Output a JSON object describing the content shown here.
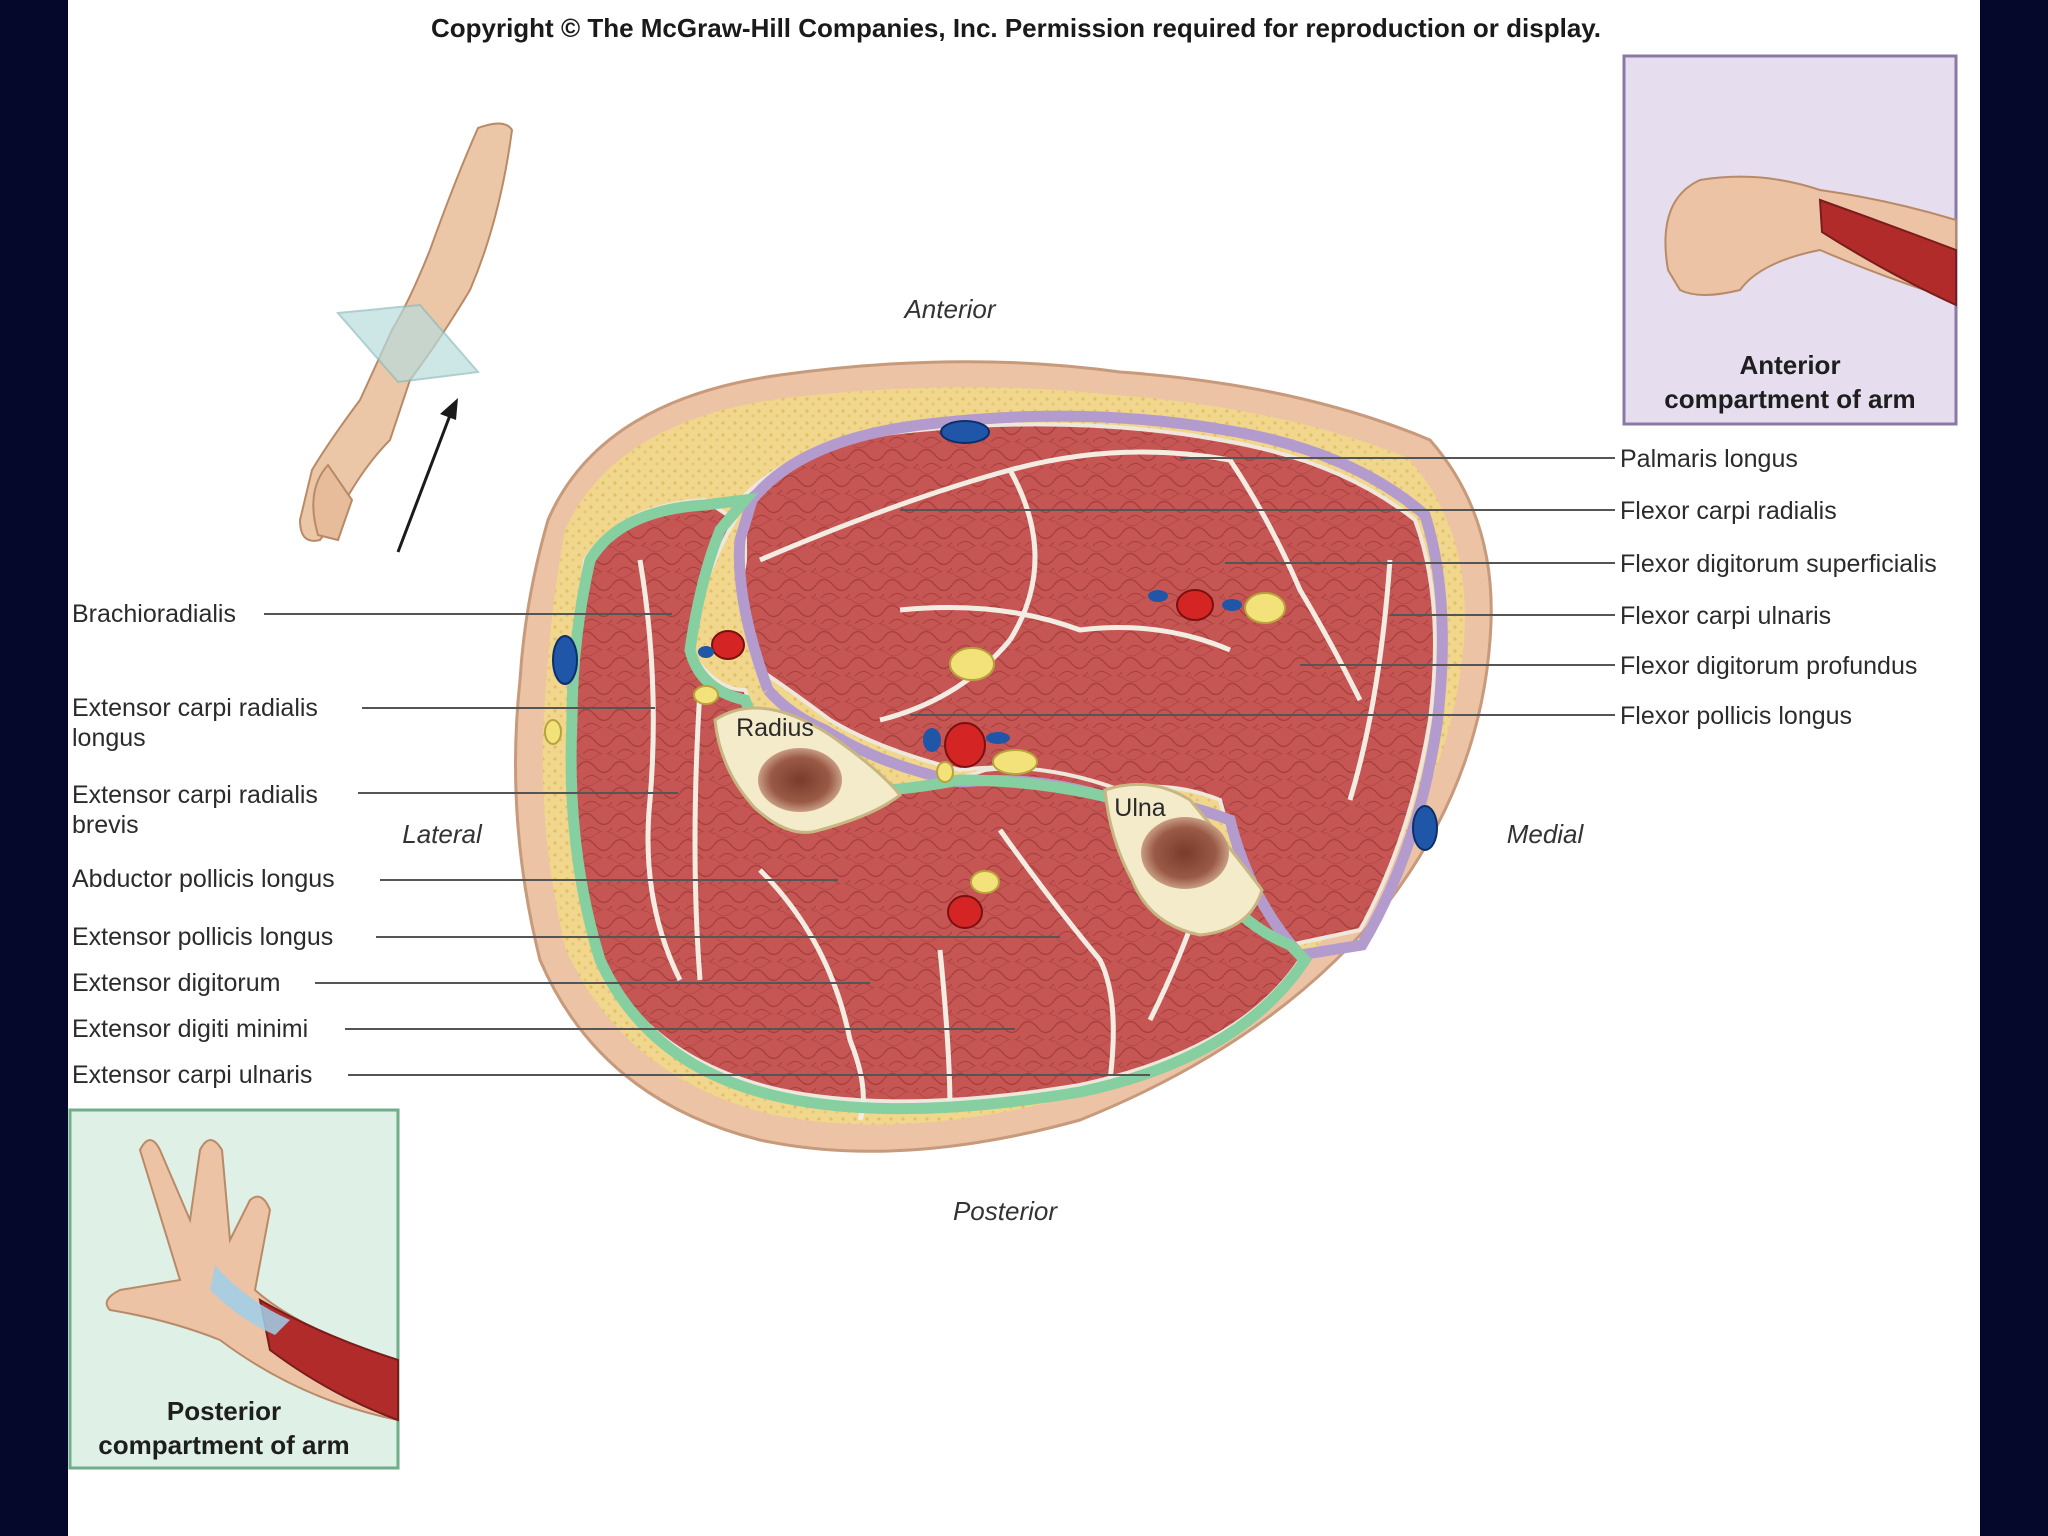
{
  "copyright": "Copyright © The McGraw-Hill Companies, Inc. Permission required for reproduction or display.",
  "orientation": {
    "anterior": "Anterior",
    "posterior": "Posterior",
    "lateral": "Lateral",
    "medial": "Medial"
  },
  "bones": {
    "radius": "Radius",
    "ulna": "Ulna"
  },
  "left_labels": {
    "brachioradialis": "Brachioradialis",
    "ecrl_line1": "Extensor carpi radialis",
    "ecrl_line2": "longus",
    "ecrb_line1": "Extensor carpi radialis",
    "ecrb_line2": "brevis",
    "abductor_pollicis_longus": "Abductor pollicis longus",
    "extensor_pollicis_longus": "Extensor pollicis longus",
    "extensor_digitorum": "Extensor digitorum",
    "extensor_digiti_minimi": "Extensor digiti minimi",
    "extensor_carpi_ulnaris": "Extensor carpi ulnaris"
  },
  "right_labels": {
    "palmaris_longus": "Palmaris longus",
    "flexor_carpi_radialis": "Flexor carpi radialis",
    "flexor_digitorum_superficialis": "Flexor digitorum superficialis",
    "flexor_carpi_ulnaris": "Flexor carpi ulnaris",
    "flexor_digitorum_profundus": "Flexor digitorum profundus",
    "flexor_pollicis_longus": "Flexor pollicis longus"
  },
  "insets": {
    "anterior_line1": "Anterior",
    "anterior_line2": "compartment of arm",
    "posterior_line1": "Posterior",
    "posterior_line2": "compartment of arm"
  },
  "colors": {
    "background": "#05082a",
    "panel": "#ffffff",
    "muscle": "#c95a57",
    "fat": "#f1d58a",
    "skin": "#ecc3a4",
    "anterior_compartment": "#b59ccf",
    "posterior_compartment": "#86cfa0",
    "artery": "#d42424",
    "vein": "#1f56a8",
    "nerve": "#f3e27a",
    "bone": "#f4ebcb",
    "marrow": "#8a4a3a"
  }
}
